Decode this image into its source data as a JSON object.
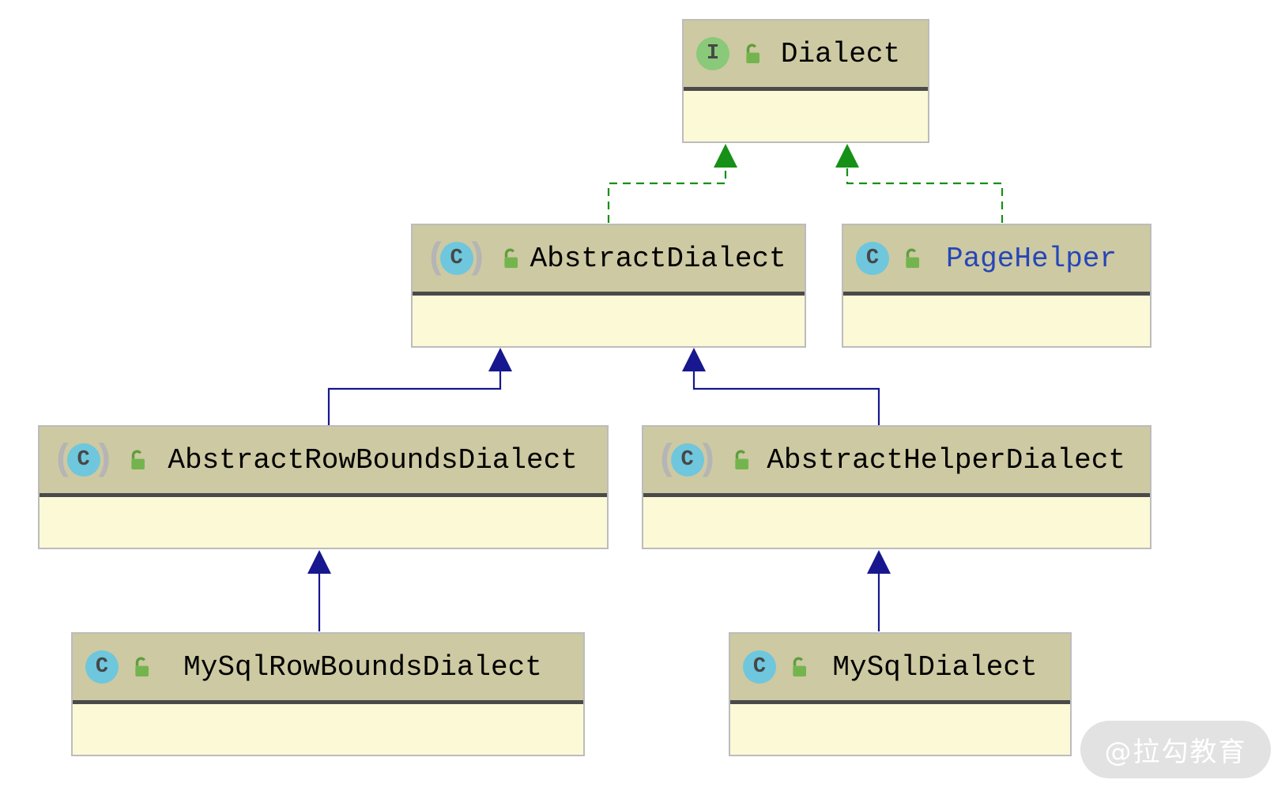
{
  "colors": {
    "canvas-bg": "#ffffff",
    "node-header-bg": "#cdc9a2",
    "node-body-bg": "#fcf9d7",
    "node-border": "#bcbcbc",
    "node-separator": "#4a4a4a",
    "node-name-color": "#000000",
    "selected-name-color": "#2646b8",
    "interface-icon-green": "#89c979",
    "class-icon-blue": "#6ec7dd",
    "icon-letter-gray": "#474747",
    "abstract-paren-gray": "#b5b5b5",
    "lock-green": "#74b44e",
    "lock-green-dark": "#5f9e3e",
    "implements-green": "#169016",
    "extends-blue": "#17178f",
    "watermark-bg": "#e2e2e2",
    "watermark-text-color": "#ffffff"
  },
  "icons": {
    "abstract_paren_open": "(",
    "abstract_paren_close": ")"
  },
  "nodes": {
    "dialect": {
      "name": "Dialect",
      "kind": "interface",
      "icon_letter": "I"
    },
    "abstract_dialect": {
      "name": "AbstractDialect",
      "kind": "abstract class",
      "icon_letter": "C"
    },
    "page_helper": {
      "name": "PageHelper",
      "kind": "class",
      "icon_letter": "C"
    },
    "abstract_row_bounds_dialect": {
      "name": "AbstractRowBoundsDialect",
      "kind": "abstract class",
      "icon_letter": "C"
    },
    "abstract_helper_dialect": {
      "name": "AbstractHelperDialect",
      "kind": "abstract class",
      "icon_letter": "C"
    },
    "my_sql_row_bounds_dialect": {
      "name": "MySqlRowBoundsDialect",
      "kind": "class",
      "icon_letter": "C"
    },
    "my_sql_dialect": {
      "name": "MySqlDialect",
      "kind": "class",
      "icon_letter": "C"
    }
  },
  "edges": [
    {
      "from": "AbstractDialect",
      "to": "Dialect",
      "type": "implements"
    },
    {
      "from": "PageHelper",
      "to": "Dialect",
      "type": "implements"
    },
    {
      "from": "AbstractRowBoundsDialect",
      "to": "AbstractDialect",
      "type": "extends"
    },
    {
      "from": "AbstractHelperDialect",
      "to": "AbstractDialect",
      "type": "extends"
    },
    {
      "from": "MySqlRowBoundsDialect",
      "to": "AbstractRowBoundsDialect",
      "type": "extends"
    },
    {
      "from": "MySqlDialect",
      "to": "AbstractHelperDialect",
      "type": "extends"
    }
  ],
  "watermark": {
    "text": "@拉勾教育"
  }
}
